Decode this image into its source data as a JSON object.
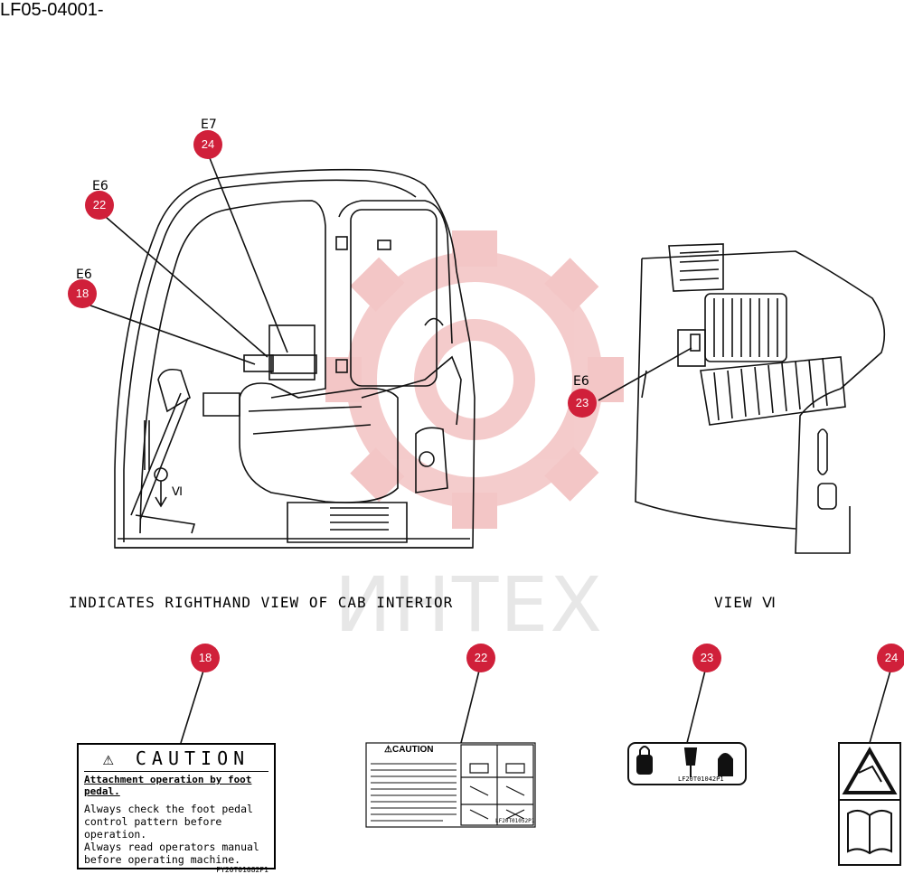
{
  "document_id": "LF05-04001-",
  "captions": {
    "cab_interior": "INDICATES RIGHTHAND VIEW OF CAB INTERIOR",
    "view_label": "VIEW Ⅵ",
    "view_arrow": "Ⅵ"
  },
  "watermark": "ИНТЕХ",
  "callouts": [
    {
      "id": "24",
      "ref": "E7"
    },
    {
      "id": "22",
      "ref": "E6"
    },
    {
      "id": "18",
      "ref": "E6"
    },
    {
      "id": "23",
      "ref": "E6"
    }
  ],
  "labels": {
    "caution_18": {
      "header": "CAUTION",
      "subtitle": "Attachment operation by foot pedal.",
      "lines": [
        "Always check the foot pedal",
        "control pattern before",
        "operation.",
        "Always read operators manual",
        "before operating machine."
      ],
      "part_no": "PY20T01082P1"
    },
    "caution_22": {
      "header": "CAUTION",
      "part_no": "LF20T01052P1"
    },
    "lock_23": {
      "part_no": "LF20T01042P1"
    }
  },
  "colors": {
    "callout": "#d0203a",
    "watermark": "#f3c6c6"
  }
}
